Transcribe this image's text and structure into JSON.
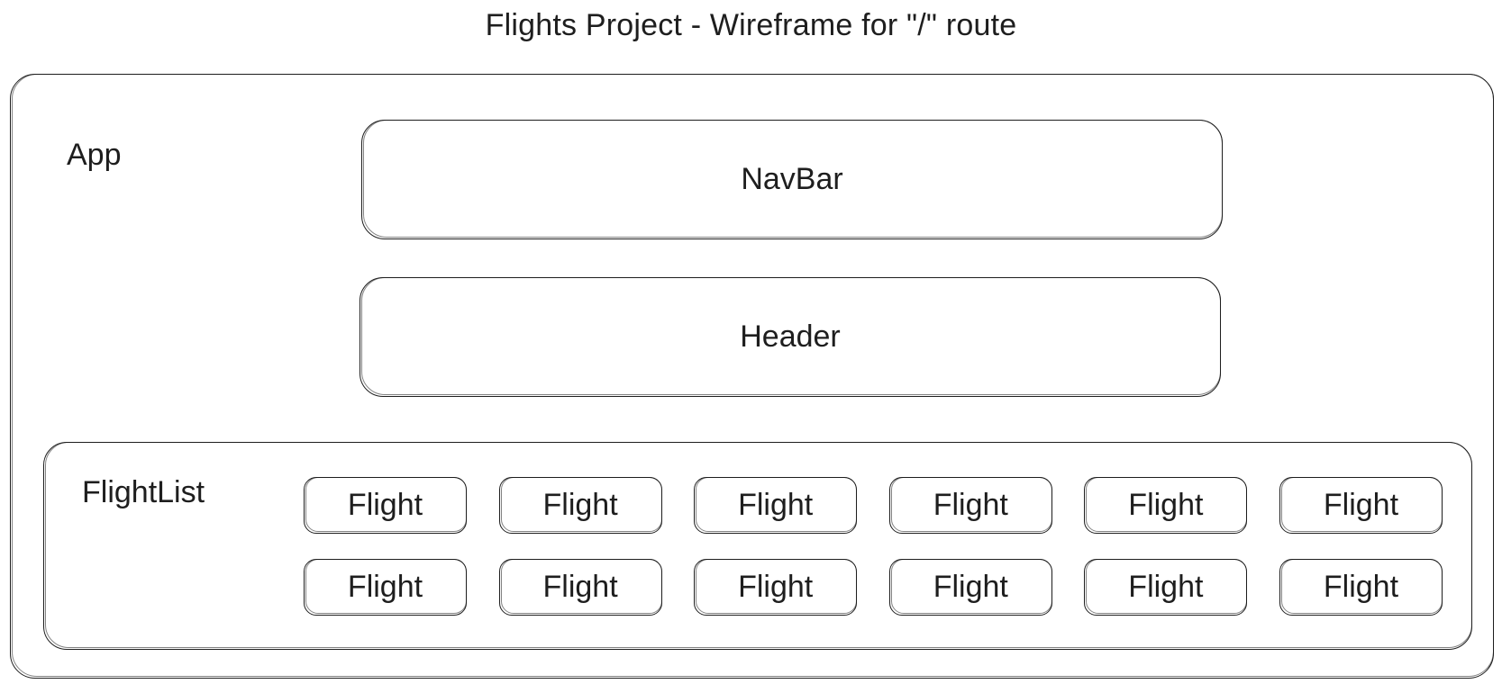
{
  "title": "Flights Project - Wireframe for \"/\" route",
  "app": {
    "label": "App",
    "navbar_label": "NavBar",
    "header_label": "Header"
  },
  "flight_list": {
    "label": "FlightList",
    "items": [
      "Flight",
      "Flight",
      "Flight",
      "Flight",
      "Flight",
      "Flight",
      "Flight",
      "Flight",
      "Flight",
      "Flight",
      "Flight",
      "Flight"
    ]
  },
  "colors": {
    "stroke": "#1e1e1e",
    "background": "#ffffff"
  }
}
